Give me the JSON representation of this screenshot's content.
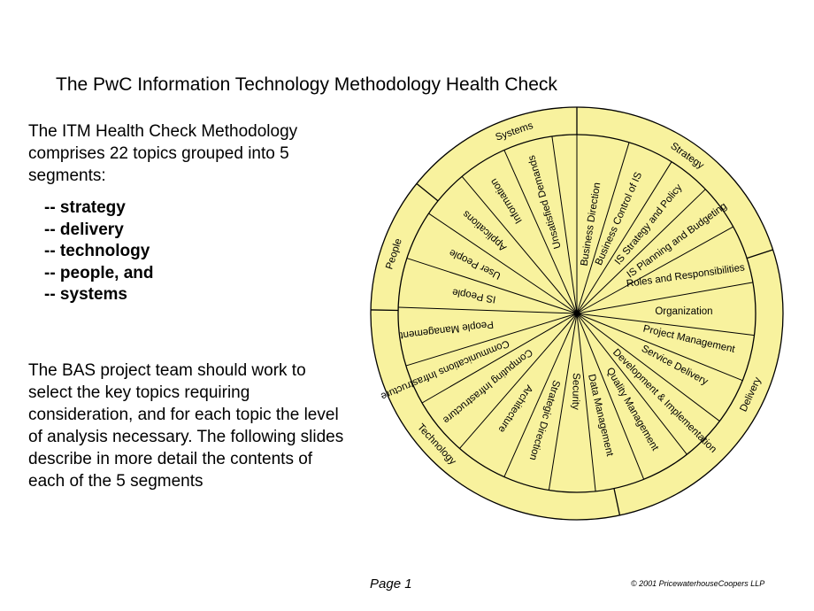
{
  "title": "The PwC Information Technology Methodology Health Check",
  "intro": "The ITM Health Check Methodology comprises 22 topics grouped into 5 segments:",
  "segments_list": [
    "-- strategy",
    "-- delivery",
    "-- technology",
    "-- people, and",
    "-- systems"
  ],
  "outro": "The BAS project team should work to select the key topics requiring consideration, and for each topic the level of analysis necessary.  The following slides describe in more detail the contents of each of the 5 segments",
  "footer": {
    "page": "Page 1",
    "copyright": "© 2001 PricewaterhouseCoopers LLP"
  },
  "colors": {
    "wheel_fill": "#f8f29e",
    "line": "#000000"
  },
  "wheel": {
    "segments": [
      "Strategy",
      "Delivery",
      "Technology",
      "People",
      "Systems"
    ],
    "topics": [
      "Business Direction",
      "Business Control of IS",
      "IS Strategy and Policy",
      "IS Planning and Budgeting",
      "Roles and Responsibilities",
      "Organization",
      "Project Management",
      "Service Delivery",
      "Development & Implementation",
      "Quality Management",
      "Data Management",
      "Security",
      "Strategic Direction",
      "Architecture",
      "Computing Infrastructure",
      "Communications Infrastructure",
      "People Management",
      "IS People",
      "User People",
      "Applications",
      "Information",
      "Unsatisfied Demands"
    ]
  }
}
